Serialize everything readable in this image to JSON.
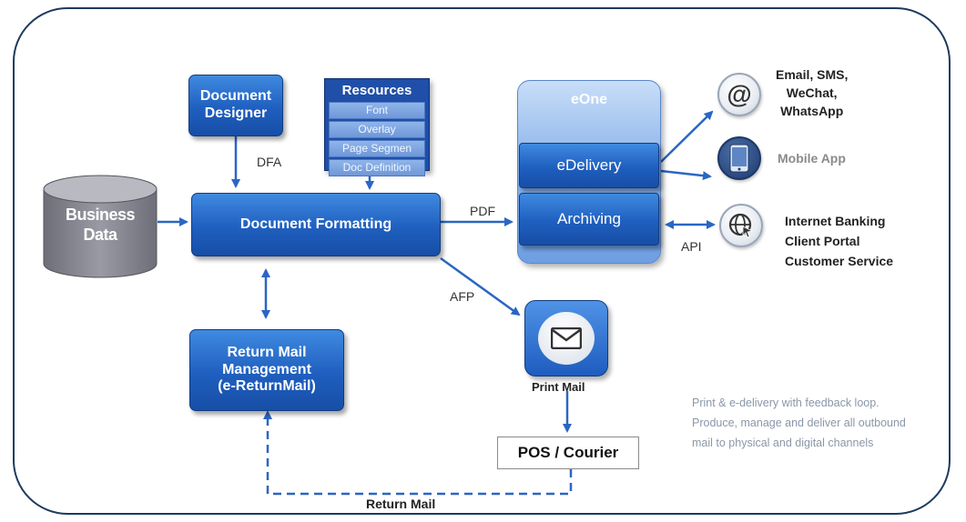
{
  "boxes": {
    "document_designer": "Document\nDesigner",
    "document_formatting": "Document Formatting",
    "return_mail_management": "Return Mail\nManagement\n(e-ReturnMail)",
    "edelivery": "eDelivery",
    "archiving": "Archiving",
    "eone": "eOne",
    "business_data": "Business\nData",
    "print_mail": "Print Mail",
    "pos_courier": "POS / Courier"
  },
  "resources": {
    "title": "Resources",
    "items": [
      "Font",
      "Overlay",
      "Page Segmen",
      "Doc Definition"
    ]
  },
  "edges": {
    "dfa": "DFA",
    "pdf": "PDF",
    "afp": "AFP",
    "api": "API",
    "return_mail": "Return Mail"
  },
  "channels": {
    "email": "Email, SMS,\nWeChat,\nWhatsApp",
    "mobile": "Mobile App",
    "internet": "Internet Banking\nClient Portal\nCustomer Service"
  },
  "icons": [
    "at-sign-icon",
    "mobile-phone-icon",
    "globe-cursor-icon",
    "envelope-icon",
    "database-cylinder-icon"
  ],
  "note": "Print & e-delivery with feedback loop. Produce, manage and deliver all outbound mail to physical and digital channels",
  "colors": {
    "box_blue": "#1f5fbf",
    "arrow_blue": "#2a66c4",
    "frame": "#1e3a5f",
    "mobile_label": "#8a8a8a",
    "cylinder": "#8c8c96"
  }
}
